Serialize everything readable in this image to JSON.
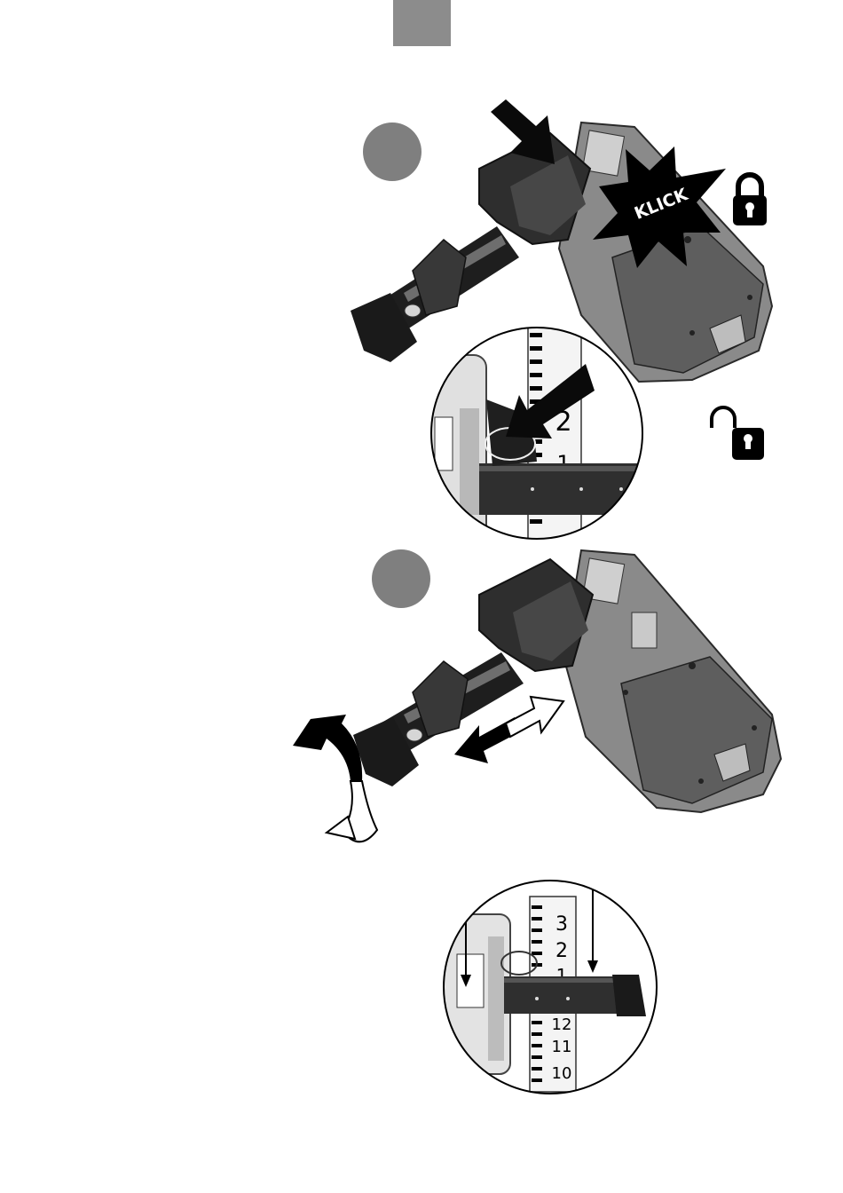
{
  "page": {
    "tab_color": "#8c8c8c",
    "step_color": "#7f7f7f"
  },
  "figure1": {
    "burst_text": "KLICK",
    "lock_icon": "padlock-closed-icon"
  },
  "detail1": {
    "ruler_labels": [
      "2",
      "1"
    ],
    "lock_icon": "padlock-open-icon"
  },
  "figure2": {
    "rotate_icon": "rotate-arrow-icon",
    "slide_icon": "double-arrow-icon"
  },
  "detail2": {
    "ruler_labels": [
      "3",
      "2",
      "1",
      "12",
      "11",
      "10"
    ]
  }
}
